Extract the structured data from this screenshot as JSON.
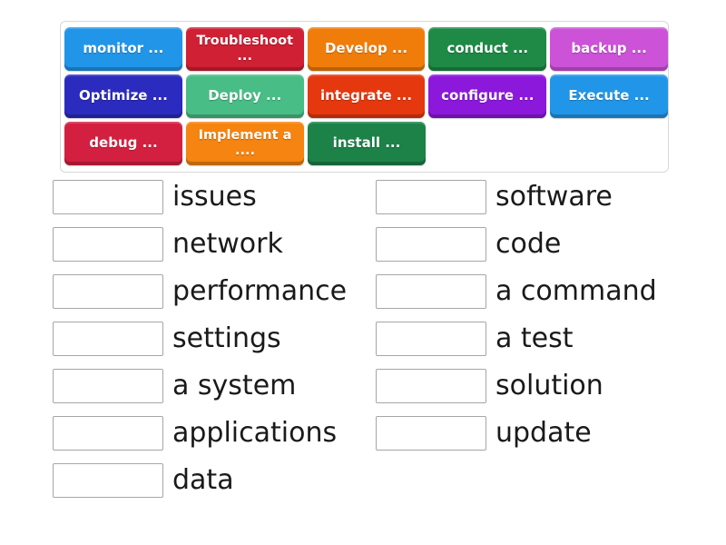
{
  "activity": {
    "type": "match-up-drag-and-drop",
    "tile_bank": {
      "rows": [
        [
          {
            "label": "monitor ...",
            "color": "#2196e8",
            "text_color": "#ffffff"
          },
          {
            "label": "Troubleshoot ...",
            "color": "#cf2034",
            "text_color": "#ffffff"
          },
          {
            "label": "Develop ...",
            "color": "#f07d0a",
            "text_color": "#ffffff"
          },
          {
            "label": "conduct ...",
            "color": "#1e8a45",
            "text_color": "#ffffff"
          },
          {
            "label": "backup ...",
            "color": "#cc52d8",
            "text_color": "#ffffff"
          }
        ],
        [
          {
            "label": "Optimize ...",
            "color": "#2b2bbf",
            "text_color": "#ffffff"
          },
          {
            "label": "Deploy ...",
            "color": "#48bd85",
            "text_color": "#ffffff"
          },
          {
            "label": "integrate ...",
            "color": "#e6380f",
            "text_color": "#ffffff"
          },
          {
            "label": "configure ...",
            "color": "#8c18dc",
            "text_color": "#ffffff"
          },
          {
            "label": "Execute ...",
            "color": "#2196e8",
            "text_color": "#ffffff"
          }
        ],
        [
          {
            "label": "debug ...",
            "color": "#d42040",
            "text_color": "#ffffff"
          },
          {
            "label": "Implement a ....",
            "color": "#f58410",
            "text_color": "#ffffff"
          },
          {
            "label": "install ...",
            "color": "#1c8248",
            "text_color": "#ffffff"
          }
        ]
      ]
    },
    "answers": {
      "left_column": [
        {
          "slot_value": "",
          "label": "issues"
        },
        {
          "slot_value": "",
          "label": "network"
        },
        {
          "slot_value": "",
          "label": "performance"
        },
        {
          "slot_value": "",
          "label": "settings"
        },
        {
          "slot_value": "",
          "label": "a system"
        },
        {
          "slot_value": "",
          "label": "applications"
        },
        {
          "slot_value": "",
          "label": "data"
        }
      ],
      "right_column": [
        {
          "slot_value": "",
          "label": "software"
        },
        {
          "slot_value": "",
          "label": "code"
        },
        {
          "slot_value": "",
          "label": "a command"
        },
        {
          "slot_value": "",
          "label": "a test"
        },
        {
          "slot_value": "",
          "label": "solution"
        },
        {
          "slot_value": "",
          "label": "update"
        }
      ]
    }
  },
  "colors": {
    "page_background": "#ffffff",
    "bank_border": "#d8d8d8",
    "slot_border": "#a6a6a6",
    "label_text": "#1a1a1a"
  }
}
